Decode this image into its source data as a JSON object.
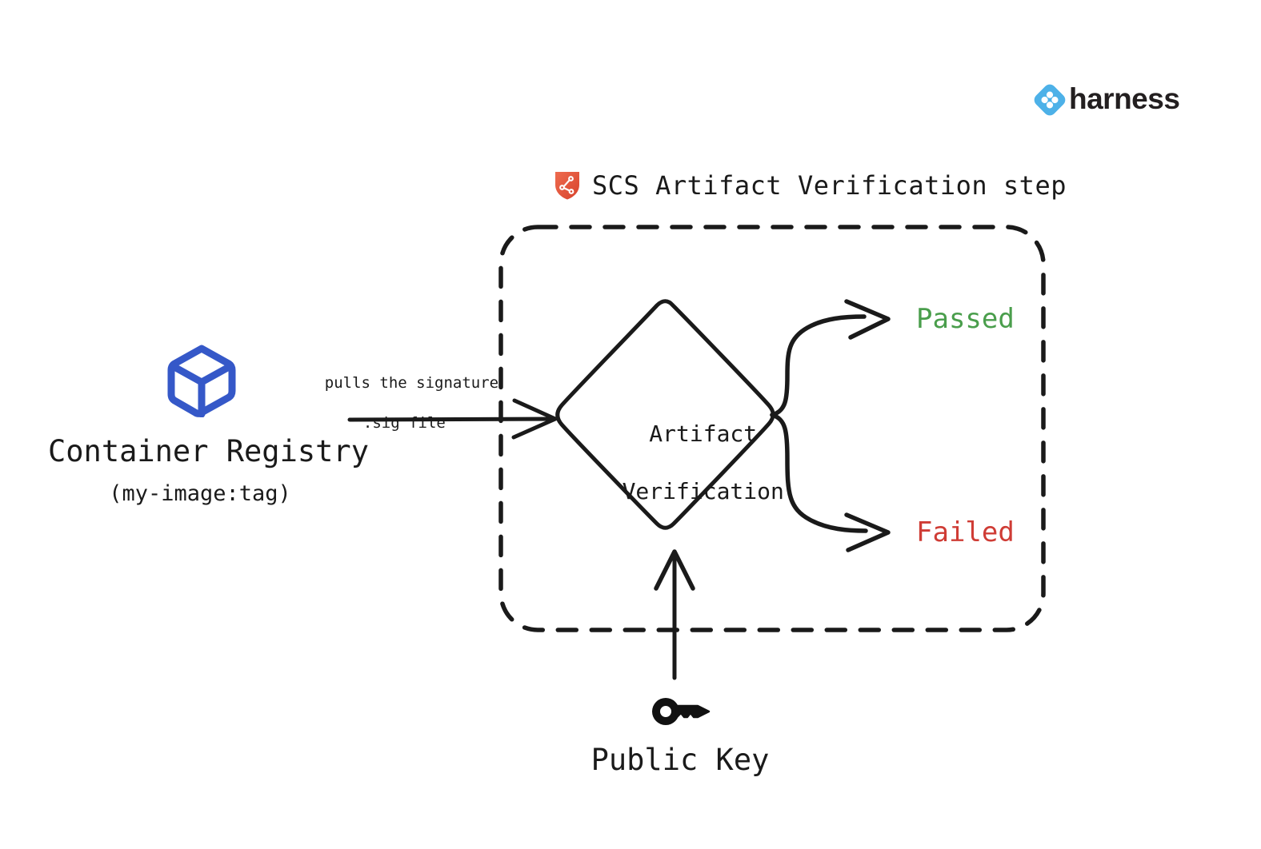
{
  "brand": {
    "name": "harness",
    "mark_icon": "harness-diamond-logo",
    "mark_color": "#4db1e8",
    "wordmark_color": "#231f20"
  },
  "step": {
    "icon": "scs-shield-icon",
    "icon_color": "#e05a45",
    "title": "SCS Artifact Verification step",
    "border_style": "dashed"
  },
  "nodes": {
    "registry": {
      "icon": "container-cube-icon",
      "icon_color": "#3558c8",
      "label": "Container Registry",
      "sublabel": "(my-image:tag)"
    },
    "decision": {
      "label_line1": "Artifact",
      "label_line2": "Verification",
      "shape": "diamond"
    },
    "key": {
      "icon": "public-key-icon",
      "icon_color": "#111111",
      "label": "Public Key"
    }
  },
  "edges": {
    "registry_to_decision": {
      "annotation_line1": "pulls the signature",
      "annotation_line2": ".sig file"
    },
    "decision_to_passed": {
      "label": "Passed",
      "color": "#4a9e4c"
    },
    "decision_to_failed": {
      "label": "Failed",
      "color": "#cf3c35"
    },
    "key_to_decision": {
      "label": ""
    }
  },
  "colors": {
    "stroke": "#1a1a1a",
    "background": "#ffffff"
  }
}
